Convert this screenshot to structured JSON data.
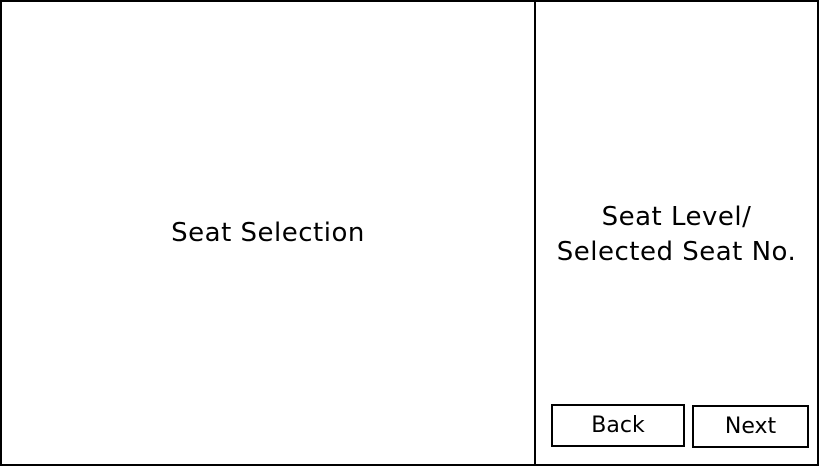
{
  "seat_selection": {
    "label": "Seat Selection"
  },
  "side_panel": {
    "line1": "Seat Level/",
    "line2": "Selected Seat No."
  },
  "buttons": {
    "back": "Back",
    "next": "Next"
  }
}
